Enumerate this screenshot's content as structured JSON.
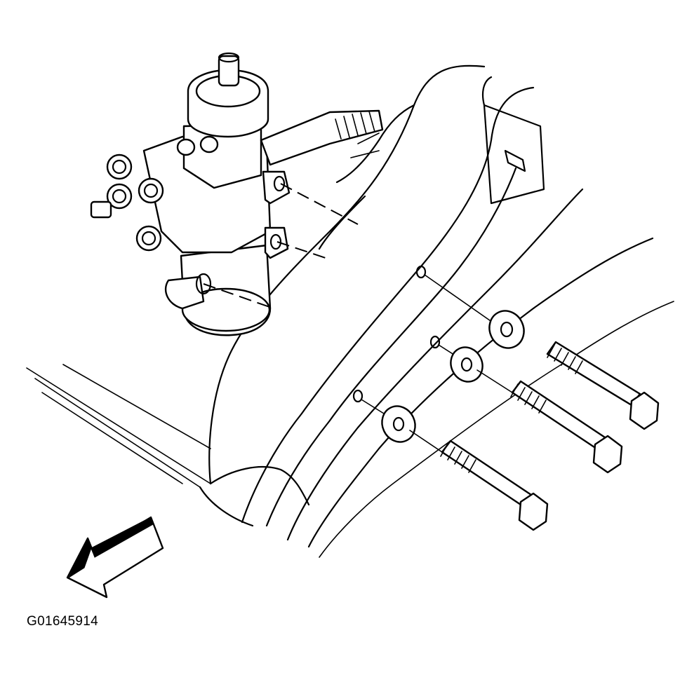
{
  "figure": {
    "code": "G01645914"
  },
  "parts": {
    "component": "steering-gear",
    "fasteners": [
      {
        "type": "bolt",
        "count": 3
      },
      {
        "type": "washer",
        "count": 3
      }
    ]
  },
  "colors": {
    "ink": "#000000",
    "background": "#ffffff"
  }
}
